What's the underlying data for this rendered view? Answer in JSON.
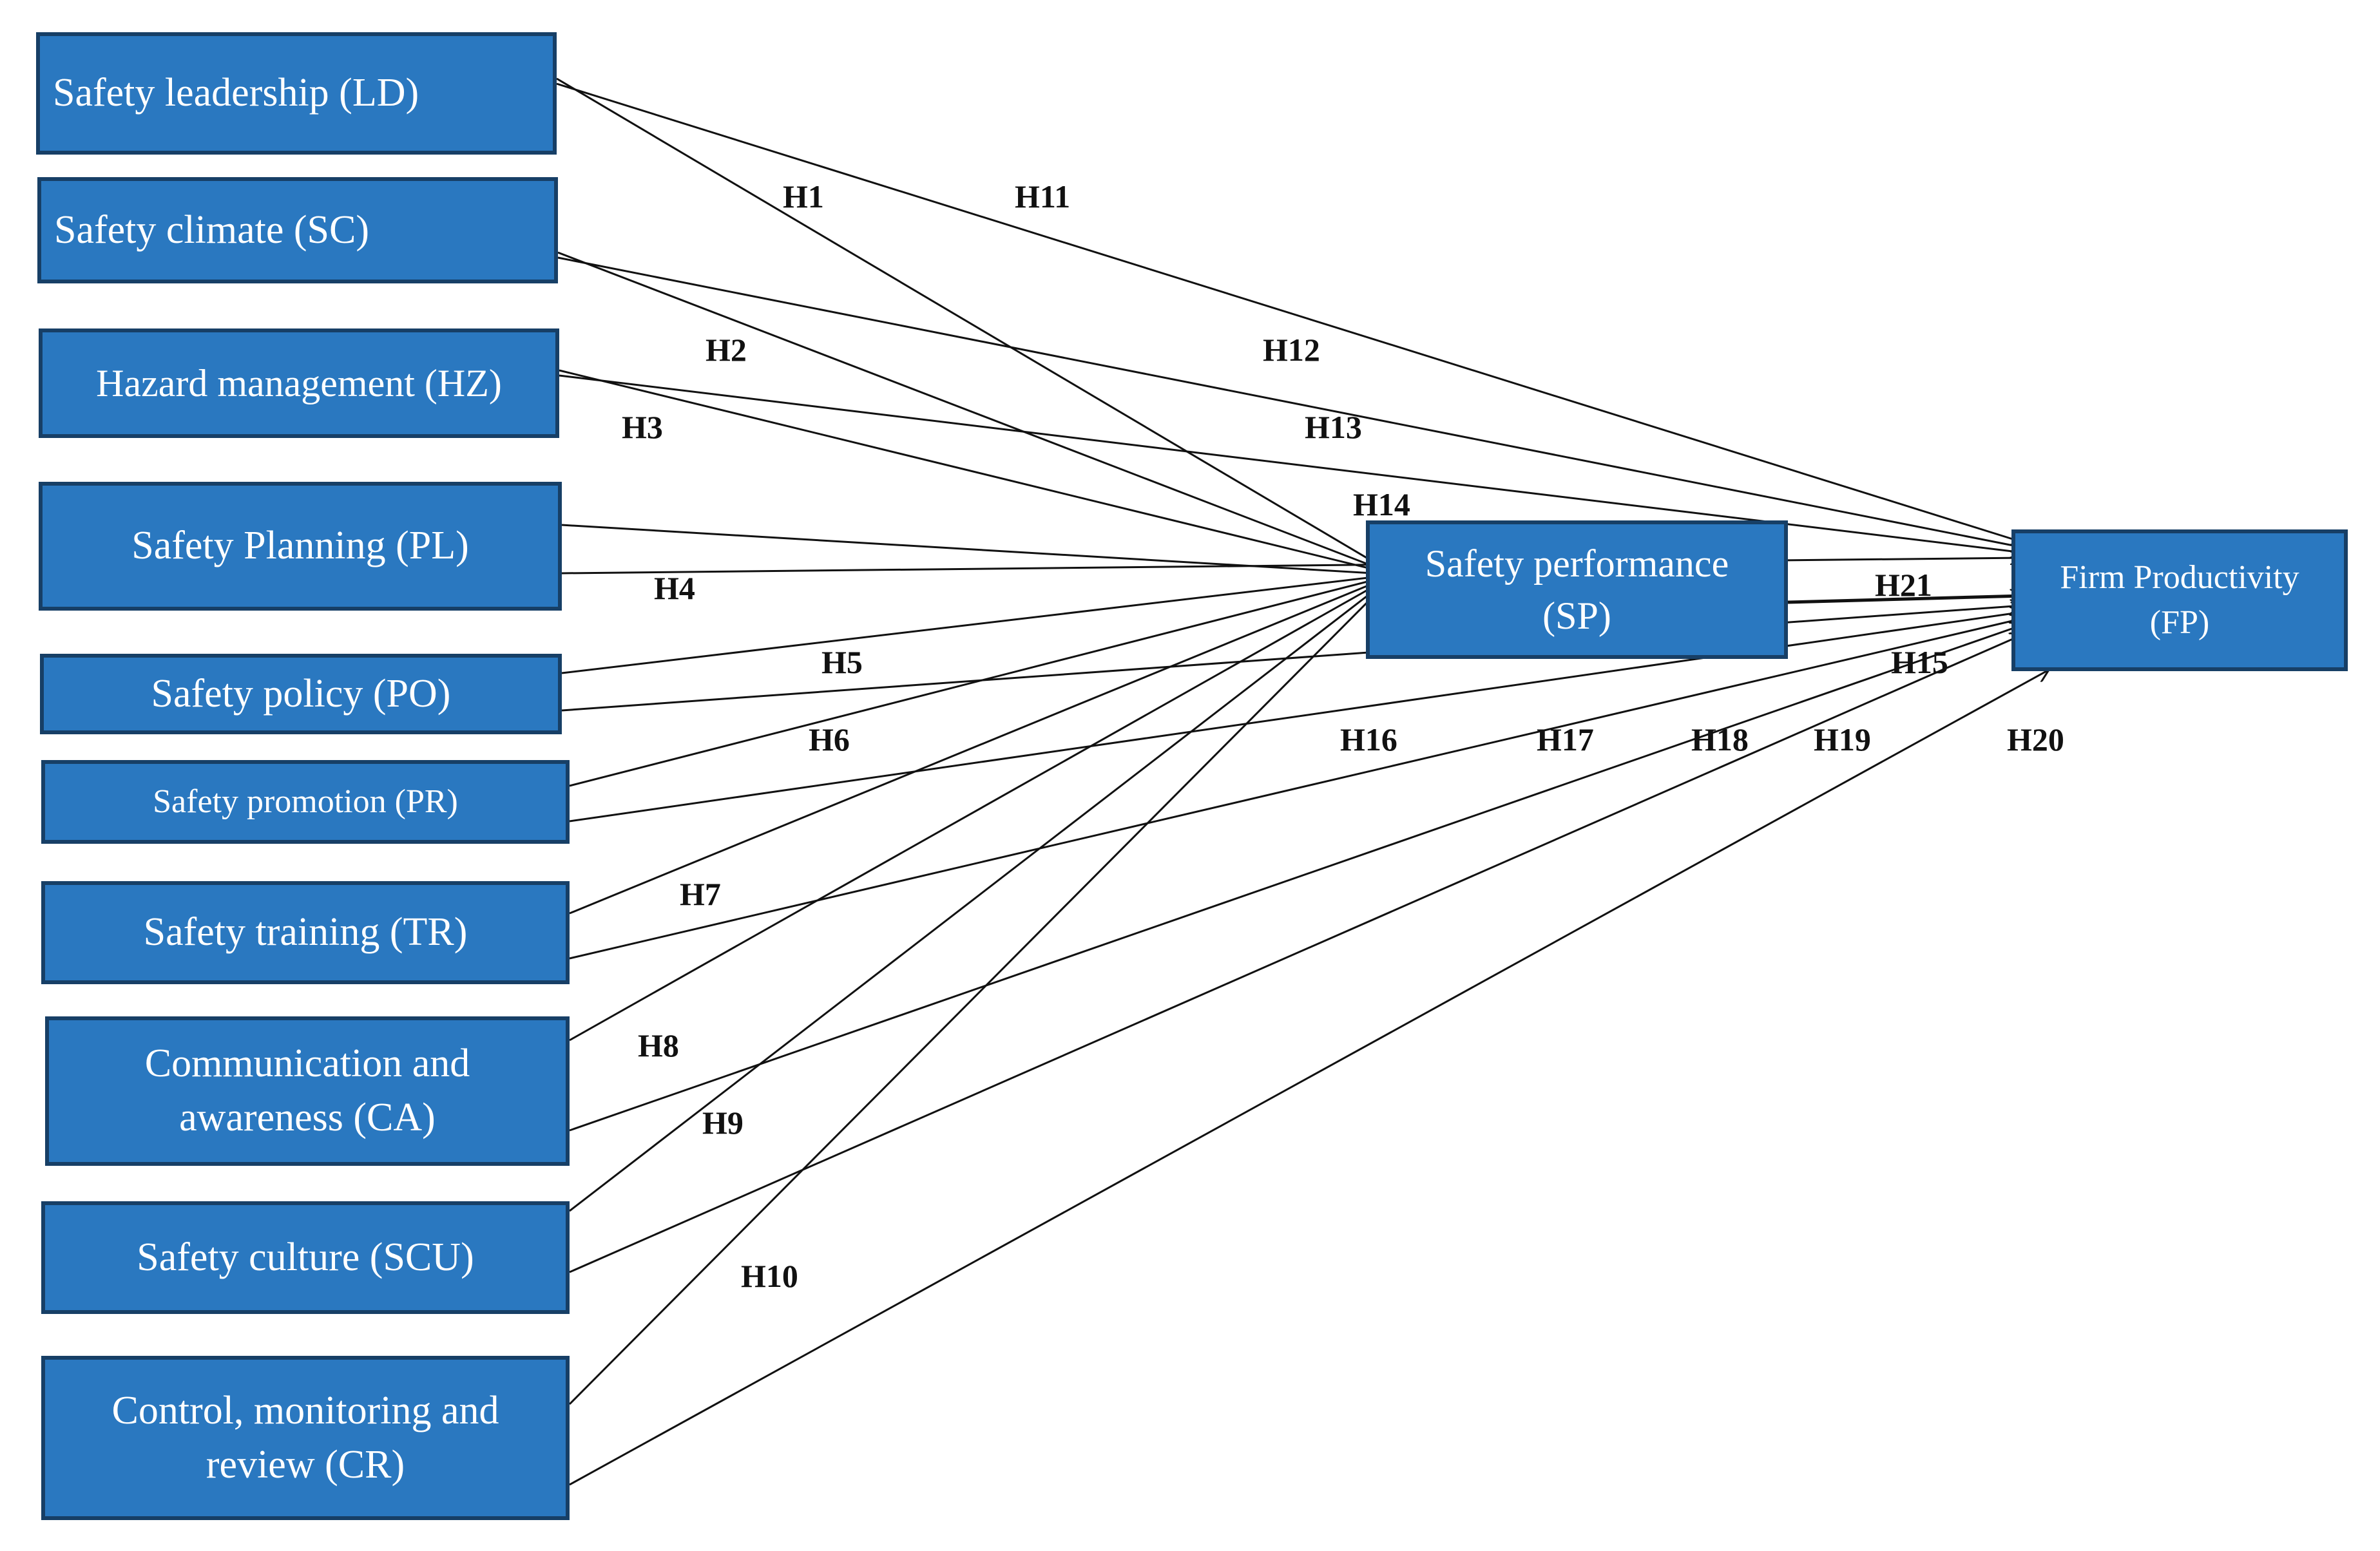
{
  "constructs": [
    {
      "key": "LD",
      "label": "Safety leadership (LD)"
    },
    {
      "key": "SC",
      "label": "Safety climate (SC)"
    },
    {
      "key": "HZ",
      "label": "Hazard management (HZ)"
    },
    {
      "key": "PL",
      "label": "Safety Planning (PL)"
    },
    {
      "key": "PO",
      "label": "Safety policy (PO)"
    },
    {
      "key": "PR",
      "label": "Safety promotion (PR)"
    },
    {
      "key": "TR",
      "label": "Safety training (TR)"
    },
    {
      "key": "CA",
      "label": "Communication and awareness (CA)"
    },
    {
      "key": "SCU",
      "label": "Safety culture (SCU)"
    },
    {
      "key": "CR",
      "label": "Control, monitoring and review (CR)"
    },
    {
      "key": "SP",
      "label": "Safety performance (SP)"
    },
    {
      "key": "FP",
      "label": "Firm Productivity (FP)"
    }
  ],
  "hypotheses": [
    {
      "id": "H1",
      "from": "LD",
      "to": "SP"
    },
    {
      "id": "H2",
      "from": "SC",
      "to": "SP"
    },
    {
      "id": "H3",
      "from": "HZ",
      "to": "SP"
    },
    {
      "id": "H4",
      "from": "PL",
      "to": "SP"
    },
    {
      "id": "H5",
      "from": "PO",
      "to": "SP"
    },
    {
      "id": "H6",
      "from": "PR",
      "to": "SP"
    },
    {
      "id": "H7",
      "from": "TR",
      "to": "SP"
    },
    {
      "id": "H8",
      "from": "CA",
      "to": "SP"
    },
    {
      "id": "H9",
      "from": "SCU",
      "to": "SP"
    },
    {
      "id": "H10",
      "from": "CR",
      "to": "SP"
    },
    {
      "id": "H11",
      "from": "LD",
      "to": "FP"
    },
    {
      "id": "H12",
      "from": "SC",
      "to": "FP"
    },
    {
      "id": "H13",
      "from": "HZ",
      "to": "FP"
    },
    {
      "id": "H14",
      "from": "PL",
      "to": "FP"
    },
    {
      "id": "H15",
      "from": "PO",
      "to": "FP"
    },
    {
      "id": "H16",
      "from": "PR",
      "to": "FP"
    },
    {
      "id": "H17",
      "from": "TR",
      "to": "FP"
    },
    {
      "id": "H18",
      "from": "CA",
      "to": "FP"
    },
    {
      "id": "H19",
      "from": "SCU",
      "to": "FP"
    },
    {
      "id": "H20",
      "from": "CR",
      "to": "FP"
    },
    {
      "id": "H21",
      "from": "SP",
      "to": "FP"
    }
  ]
}
